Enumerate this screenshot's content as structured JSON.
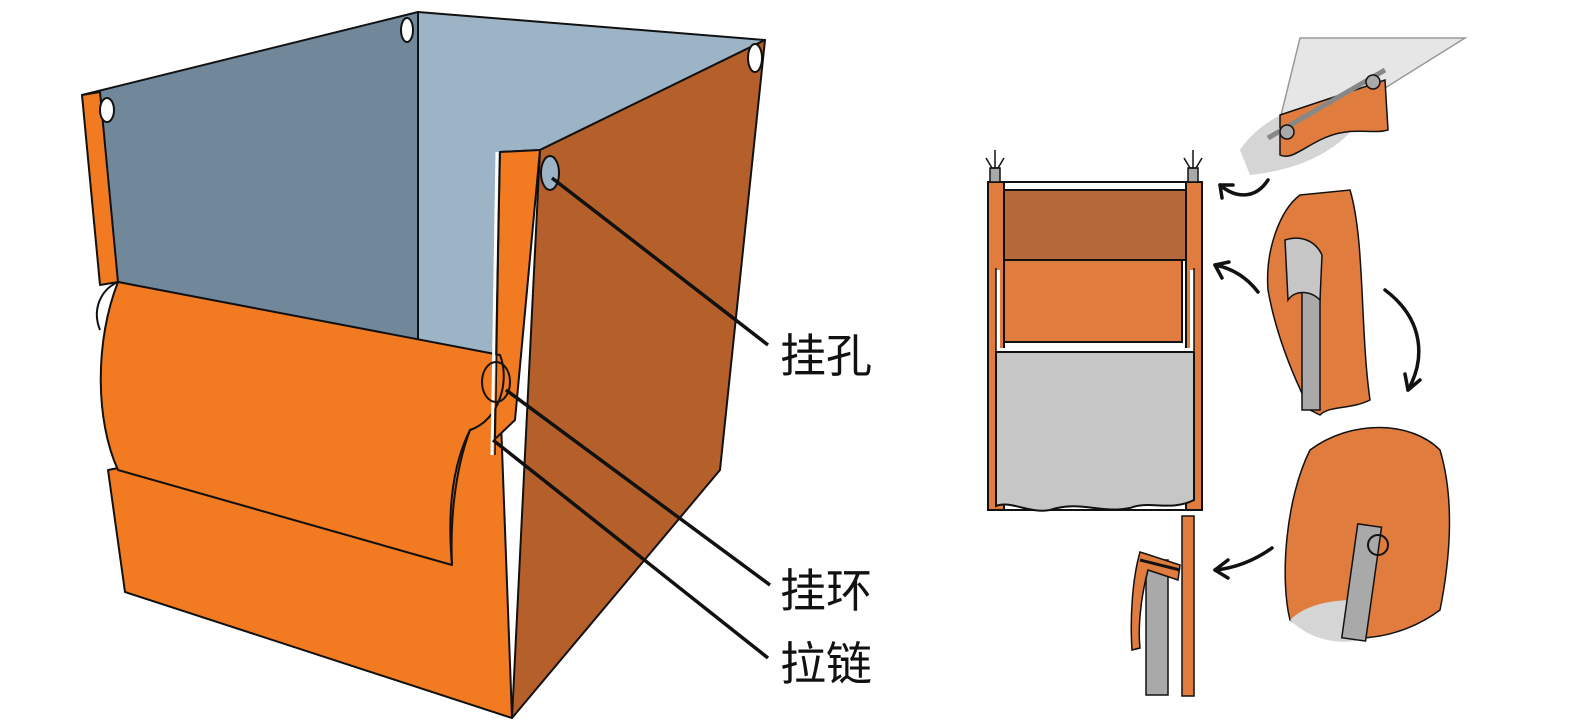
{
  "labels": {
    "hanging_hole": "挂孔",
    "hanging_ring": "挂环",
    "zipper": "拉链"
  },
  "colors": {
    "orange_front": "#F27A20",
    "orange_side": "#B5602A",
    "orange_light": "#E07C3E",
    "interior_left": "#71889A",
    "interior_right": "#9CB4C6",
    "metal_gray": "#A9A9A9",
    "light_gray": "#C6C6C6",
    "outline": "#111111"
  },
  "icons": [
    "hanging-hole-icon",
    "hook-icon",
    "curved-arrow-icon",
    "zipper-icon",
    "rail-icon"
  ]
}
